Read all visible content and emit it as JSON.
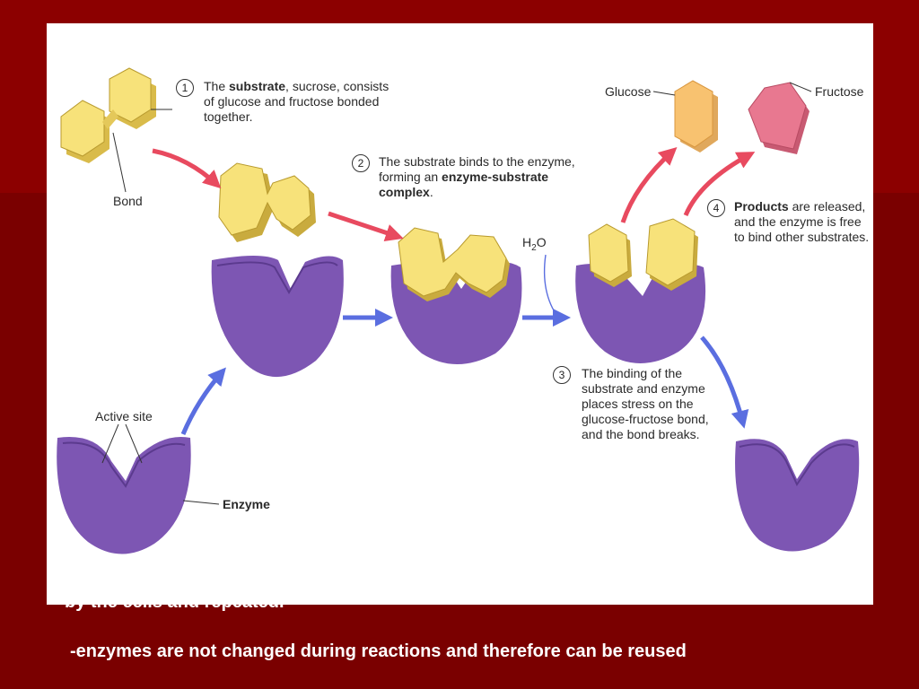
{
  "slide": {
    "cut_off_line": "by the cells and repeated.",
    "caption": "-enzymes are not changed during reactions and therefore can be reused"
  },
  "figure": {
    "step1": {
      "number": "1",
      "text_a": "The ",
      "bold_a": "substrate",
      "text_b": ", sucrose, consists",
      "line2": "of glucose and fructose bonded",
      "line3": "together."
    },
    "step2": {
      "number": "2",
      "line1": "The substrate binds to the enzyme,",
      "text_a": "forming an ",
      "bold_a": "enzyme-substrate",
      "bold_b": "complex",
      "text_b": "."
    },
    "step3": {
      "number": "3",
      "lines": [
        "The binding of the",
        "substrate and enzyme",
        "places stress on the",
        "glucose-fructose bond,",
        "and the bond breaks."
      ]
    },
    "step4": {
      "number": "4",
      "bold_a": "Products",
      "text_a": " are released,",
      "line2": "and the enzyme is free",
      "line3": "to bind other substrates."
    },
    "labels": {
      "bond": "Bond",
      "active_site": "Active site",
      "enzyme": "Enzyme",
      "glucose": "Glucose",
      "fructose": "Fructose",
      "water_h": "H",
      "water_sub": "2",
      "water_o": "O"
    },
    "colors": {
      "enzyme": "#7d56b3",
      "substrate": "#f7e27a",
      "glucose": "#f8c270",
      "fructose": "#e87890",
      "red_arrow": "#e84a5f",
      "blue_arrow": "#5a6ee0"
    }
  }
}
